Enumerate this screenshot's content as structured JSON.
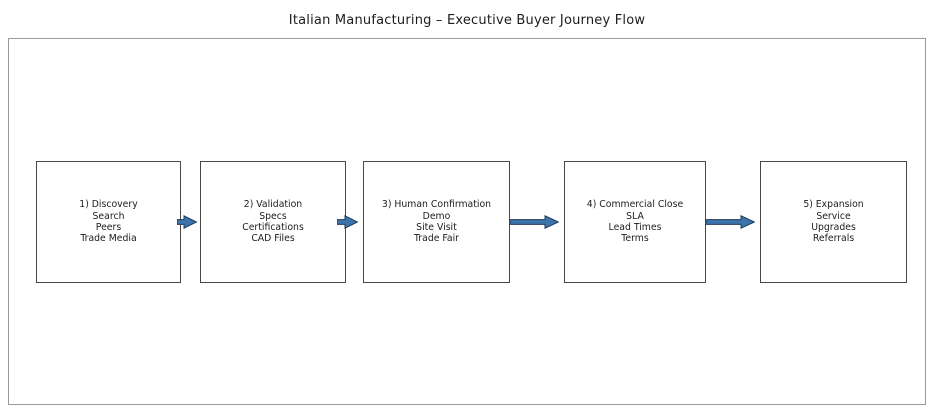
{
  "title": "Italian Manufacturing – Executive Buyer Journey Flow",
  "stages": [
    {
      "heading": "1) Discovery",
      "items": [
        "Search",
        "Peers",
        "Trade Media"
      ]
    },
    {
      "heading": "2) Validation",
      "items": [
        "Specs",
        "Certifications",
        "CAD Files"
      ]
    },
    {
      "heading": "3) Human Confirmation",
      "items": [
        "Demo",
        "Site Visit",
        "Trade Fair"
      ]
    },
    {
      "heading": "4) Commercial Close",
      "items": [
        "SLA",
        "Lead Times",
        "Terms"
      ]
    },
    {
      "heading": "5) Expansion",
      "items": [
        "Service",
        "Upgrades",
        "Referrals"
      ]
    }
  ],
  "colors": {
    "arrow_fill": "#3c74ab",
    "arrow_stroke": "#1e3c5c",
    "box_border": "#474747",
    "frame_border": "#9a9a9a",
    "text": "#1c1c1c",
    "background": "#ffffff"
  }
}
